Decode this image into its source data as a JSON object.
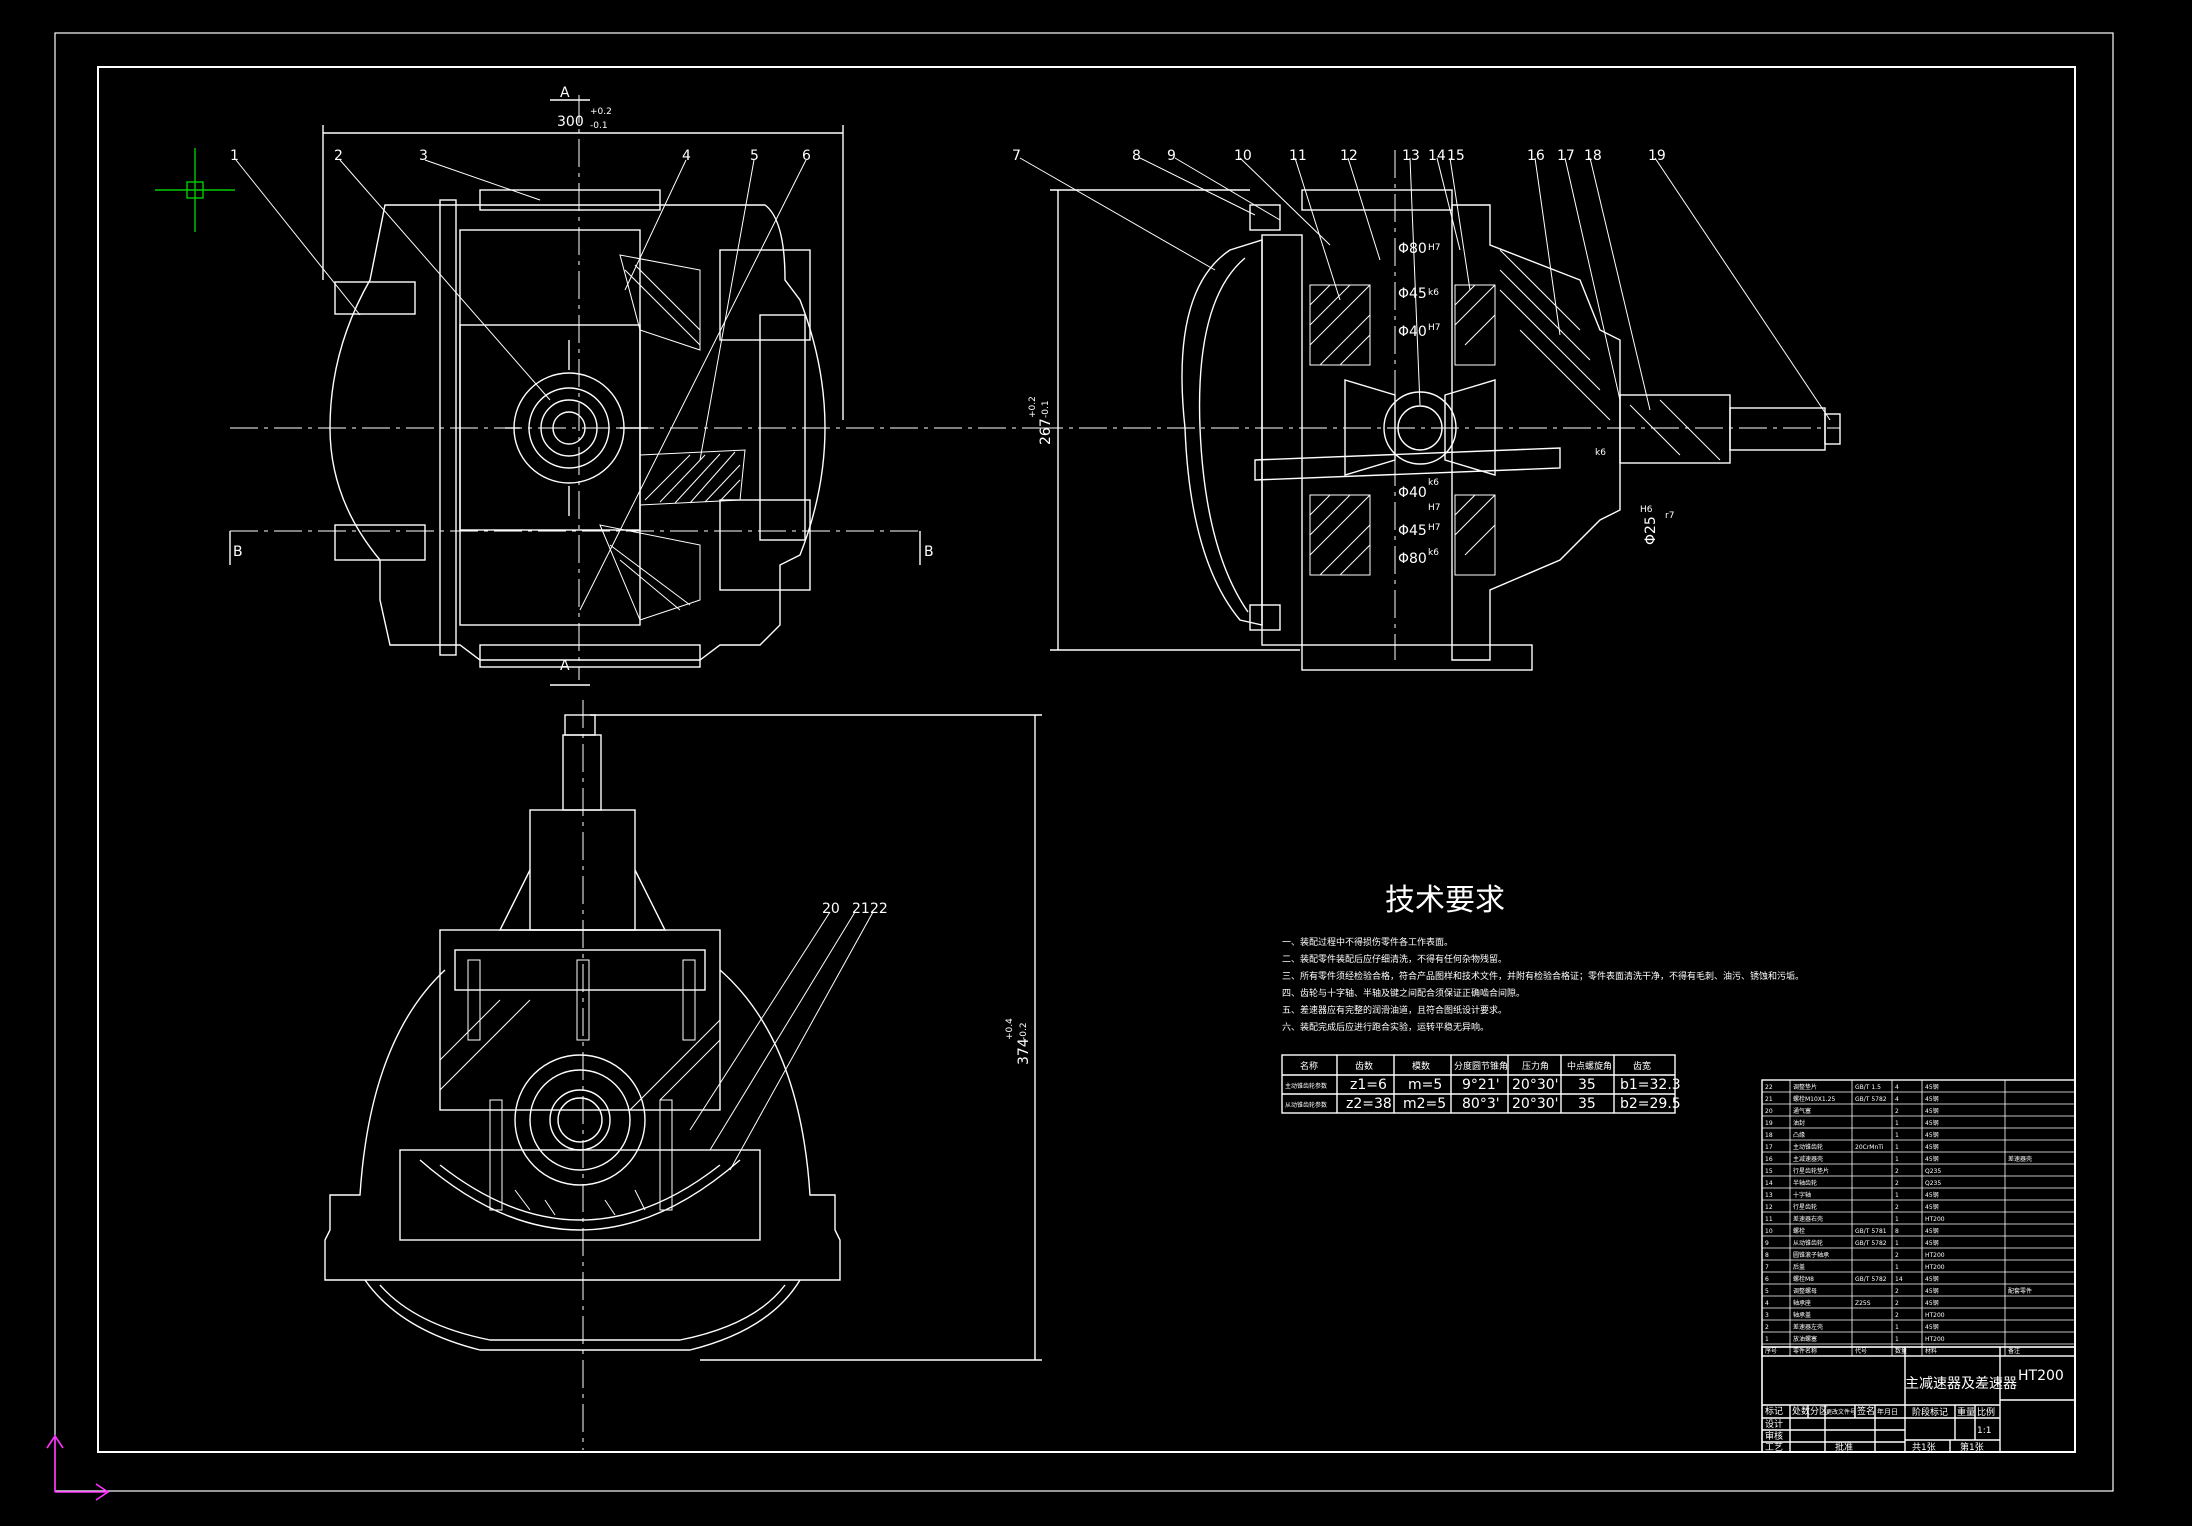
{
  "sheet": {
    "background": "#000000",
    "line_color": "#ffffff",
    "crosshair_color": "#00cc00",
    "ucs_color": "#ff33ff"
  },
  "view_front": {
    "section_mark": "A",
    "section_mark_bottom": "A",
    "section_b_left": "B",
    "section_b_right": "B",
    "dim_width": "300",
    "dim_width_tol_upper": "+0.2",
    "dim_width_tol_lower": "-0.1",
    "dim_height": "267",
    "dim_height_tol_upper": "+0.2",
    "dim_height_tol_lower": "-0.1",
    "callouts": [
      "1",
      "2",
      "3",
      "4",
      "5",
      "6"
    ]
  },
  "view_section": {
    "callouts": [
      "7",
      "8",
      "9",
      "10",
      "11",
      "12",
      "13",
      "14",
      "15",
      "16",
      "17",
      "18",
      "19"
    ],
    "dims": [
      "Φ80",
      "Φ45",
      "Φ40",
      "Φ40",
      "Φ45",
      "Φ80",
      "Φ25"
    ],
    "fit_marks": [
      "H7",
      "k6",
      "H7",
      "k6",
      "H7",
      "H7",
      "k6",
      "k6",
      "r7",
      "H6"
    ]
  },
  "view_bottom": {
    "dim_height": "374",
    "dim_height_tol_upper": "+0.4",
    "dim_height_tol_lower": "-0.2",
    "callouts": [
      "20",
      "21",
      "22"
    ]
  },
  "technical_requirements": {
    "title": "技术要求",
    "items": [
      "一、装配过程中不得损伤零件各工作表面。",
      "二、装配零件装配后应仔细清洗，不得有任何杂物残留。",
      "三、所有零件须经检验合格，符合产品图样和技术文件，并附有检验合格证；零件表面清洗干净，不得有毛刺、油污、锈蚀和污垢。",
      "四、齿轮与十字轴、半轴及键之间配合须保证正确啮合间隙。",
      "五、差速器应有完整的润滑油道，且符合图纸设计要求。",
      "六、装配完成后应进行跑合实验，运转平稳无异响。"
    ]
  },
  "gear_table": {
    "headers": [
      "名称",
      "齿数",
      "模数",
      "分度圆节锥角",
      "压力角",
      "中点螺旋角",
      "齿宽"
    ],
    "rows": [
      [
        "主动锥齿轮参数",
        "z1=6",
        "m=5",
        "9°21'",
        "20°30'",
        "35",
        "b1=32.3"
      ],
      [
        "从动锥齿轮参数",
        "z2=38",
        "m2=5",
        "80°3'",
        "20°30'",
        "35",
        "b2=29.5"
      ]
    ]
  },
  "parts_list": {
    "rows": [
      [
        "22",
        "调整垫片",
        "GB/T 1.5",
        "4",
        "45钢",
        ""
      ],
      [
        "21",
        "螺栓M10X1.25",
        "GB/T 5782",
        "4",
        "45钢",
        ""
      ],
      [
        "20",
        "通气塞",
        "",
        "2",
        "45钢",
        ""
      ],
      [
        "19",
        "油封",
        "",
        "1",
        "45钢",
        ""
      ],
      [
        "18",
        "凸缘",
        "",
        "1",
        "45钢",
        ""
      ],
      [
        "17",
        "主动锥齿轮",
        "20CrMnTi",
        "1",
        "45钢",
        ""
      ],
      [
        "16",
        "主减速器壳",
        "",
        "1",
        "45钢",
        "差速器壳"
      ],
      [
        "15",
        "行星齿轮垫片",
        "",
        "2",
        "Q235",
        ""
      ],
      [
        "14",
        "半轴齿轮",
        "",
        "2",
        "Q235",
        ""
      ],
      [
        "13",
        "十字轴",
        "",
        "1",
        "45钢",
        ""
      ],
      [
        "12",
        "行星齿轮",
        "",
        "2",
        "45钢",
        ""
      ],
      [
        "11",
        "差速器右壳",
        "",
        "1",
        "HT200",
        ""
      ],
      [
        "10",
        "螺栓",
        "GB/T 5781",
        "8",
        "45钢",
        ""
      ],
      [
        "9",
        "从动锥齿轮",
        "GB/T 5782",
        "1",
        "45钢",
        ""
      ],
      [
        "8",
        "圆锥滚子轴承",
        "",
        "2",
        "HT200",
        ""
      ],
      [
        "7",
        "后盖",
        "",
        "1",
        "HT200",
        ""
      ],
      [
        "6",
        "螺栓M8",
        "GB/T 5782",
        "14",
        "45钢",
        ""
      ],
      [
        "5",
        "调整螺母",
        "",
        "2",
        "45钢",
        "配套零件"
      ],
      [
        "4",
        "轴承座",
        "Z25S",
        "2",
        "45钢",
        ""
      ],
      [
        "3",
        "轴承盖",
        "",
        "2",
        "HT200",
        ""
      ],
      [
        "2",
        "差速器左壳",
        "",
        "1",
        "45钢",
        ""
      ],
      [
        "1",
        "放油螺塞",
        "",
        "1",
        "HT200",
        ""
      ]
    ],
    "header": [
      "序号",
      "零件名称",
      "代号",
      "数量",
      "材料",
      "备注"
    ]
  },
  "title_block": {
    "drawing_name": "主减速器及差速器",
    "material": "HT200",
    "labels": [
      "标记",
      "处数",
      "分区",
      "更改文件号",
      "签名",
      "年月日"
    ],
    "row_design": "设计",
    "row_check": "审核",
    "row_process": "工艺",
    "stage_label": "阶段标记",
    "weight_label": "重量",
    "scale_label": "比例",
    "scale_value": "1:1",
    "sheets_total": "共1张",
    "sheet_index": "第1张",
    "approve": "批准"
  }
}
